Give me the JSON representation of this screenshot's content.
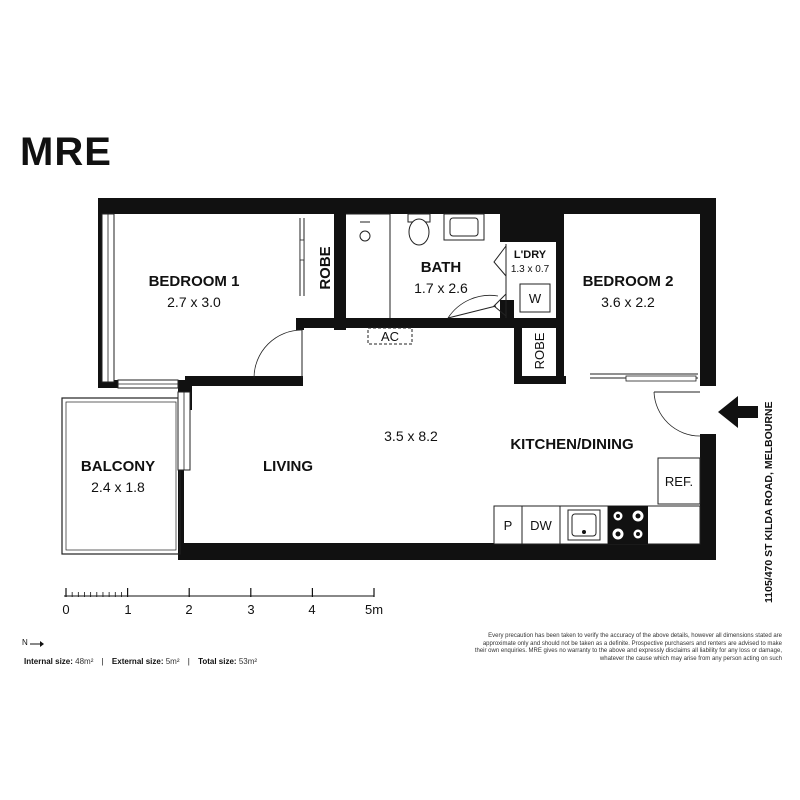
{
  "brand": "MRE",
  "address": "1105/470 ST KILDA ROAD, MELBOURNE",
  "rooms": {
    "bedroom1": {
      "name": "BEDROOM 1",
      "dims": "2.7 x 3.0"
    },
    "bath": {
      "name": "BATH",
      "dims": "1.7 x 2.6"
    },
    "laundry": {
      "name": "L'DRY",
      "dims": "1.3 x 0.7"
    },
    "bedroom2": {
      "name": "BEDROOM 2",
      "dims": "3.6 x 2.2"
    },
    "living": {
      "name": "LIVING",
      "dims": "3.5 x 8.2"
    },
    "kitchen": {
      "name": "KITCHEN/DINING"
    },
    "balcony": {
      "name": "BALCONY",
      "dims": "2.4 x 1.8"
    }
  },
  "fixtures": {
    "robe1": "ROBE",
    "robe2": "ROBE",
    "ac": "AC",
    "washer": "W",
    "fridge": "REF.",
    "pantry": "P",
    "dishwasher": "DW"
  },
  "scale": {
    "ticks": [
      "0",
      "1",
      "2",
      "3",
      "4",
      "5m"
    ]
  },
  "north": "N",
  "sizes": {
    "internal_label": "Internal size:",
    "internal_value": "48m²",
    "external_label": "External size:",
    "external_value": "5m²",
    "total_label": "Total size:",
    "total_value": "53m²",
    "separator": "|"
  },
  "disclaimer": "Every precaution has been taken to verify the accuracy of the above details, however all dimensions stated are approximate only and should not be taken as a definite. Prospective purchasers and renters are advised to make their own enquiries. MRE gives no warranty to the above and expressly disclaims all liability for any loss or damage, whatever the cause which may arise from any person acting on such",
  "colors": {
    "wall": "#111111",
    "paper": "#ffffff",
    "fixture_fill": "#dddddd"
  }
}
